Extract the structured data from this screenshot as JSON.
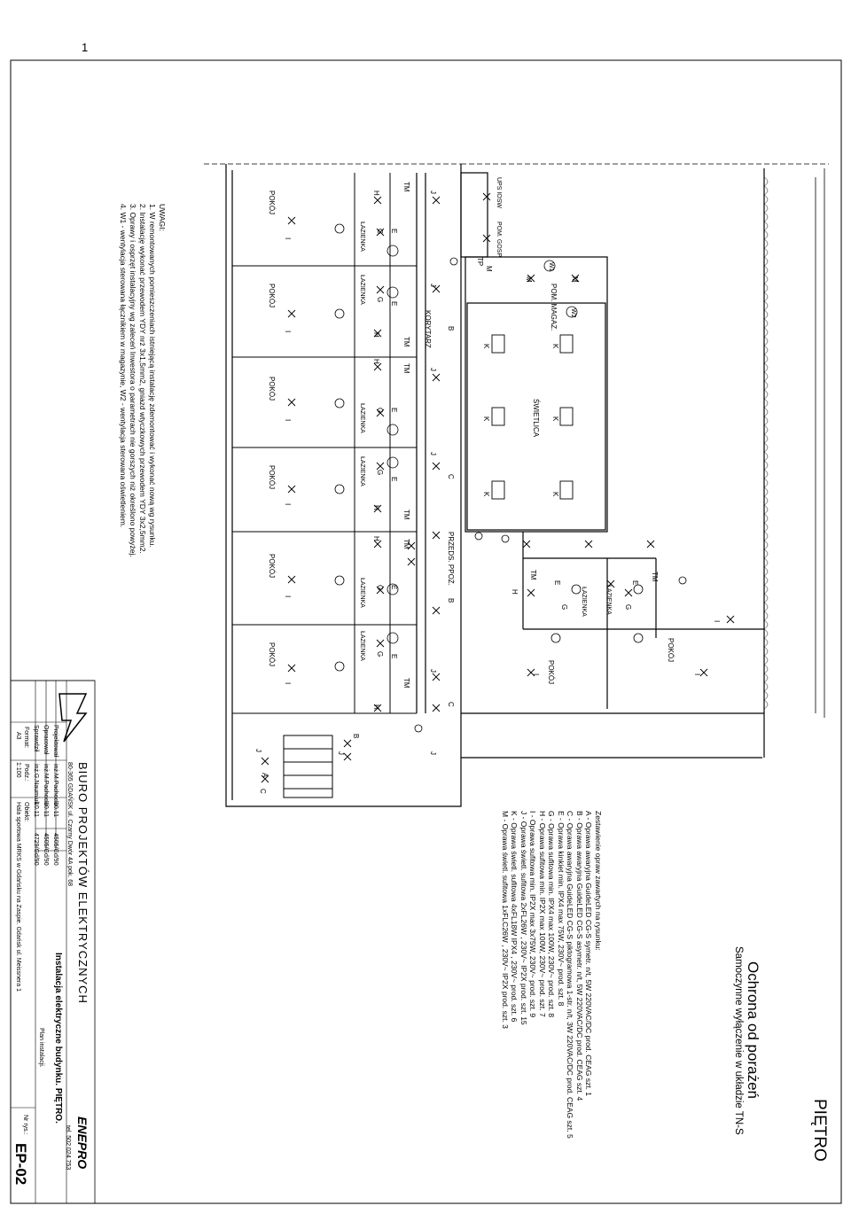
{
  "page_number": "1",
  "floor_title": "PIĘTRO",
  "protection": {
    "title": "Ochrona od porażeń",
    "subtitle": "Samoczynne wyłączenie w układzie TN-S"
  },
  "notes": {
    "header": "UWAGI:",
    "items": [
      "1. W remontowanych pomieszczeniach istniejącą instalację zdemontować i wykonać nową wg rysunku.",
      "2. Instalację wykonać przewodem YDY nrż 3x1,5mm2, gniazd wtyczkowych przewodem YDY 3x2,5mm2.",
      "3. Oprawy i osprzęt instalacyjny wg zaleceń Inwestora o parametrach nie gorszych niż określono powyżej.",
      "4. W1 - wentylacja sterowana łącznikiem w magazynie, W2 - wentylacja sterowana oświetleniem."
    ]
  },
  "legend": {
    "header": "Zestawienie opraw zawartych na rysunku:",
    "items": [
      "A - Oprawa awaryjna GuideLED CG-S symetr. n/t, 5W 220VAC/DC prod. CEAG  szt. 1",
      "B - Oprawa awaryjna GuideLED CG-S asymetr. n/t, 5W 220VAC/DC prod. CEAG  szt. 4",
      "C - Oprawa awaryjna GuideLED CG-S piktogramowa 1-str. n/t, 3W 220VAC/DC prod. CEAG  szt. 5",
      "E - Oprawa kinkiet min. IPX4 max 75W, 230V~ prod.  szt. 8",
      "G - Oprawa sufitowa min. IPX4 max 100W, 230V~ prod.  szt. 8",
      "H - Oprawa sufitowa min. IP2X max 100W, 230V~ prod.  szt. 7",
      "I - Oprawa sufitowa min. IP2X max 3x75W, 230V~ prod.  szt. 9",
      "J - Oprawa świetl. sufitowa 2xFL26W , 230V~ IP2X prod.  szt. 15",
      "K - Oprawa świetl. sufitowa 4xFL18W IPX4 , 230V~ prod.  szt. 6",
      "M - Oprawa świetl. sufitowa 1xFLC26W , 230V~ IP2X prod.  szt. 3"
    ]
  },
  "title_block": {
    "office": "BIURO PROJEKTÓW ELEKTRYCZNYCH",
    "brand": "ENEPRO",
    "address": "80-365 GDAŃSK  ul. Czarny Dwór 4A pok. 68",
    "phone": "tel. 502 024 753",
    "roles": [
      {
        "role": "Projektował",
        "name": "inż.M.Pachocki",
        "date": "10.11",
        "license": "4505/Gd/90"
      },
      {
        "role": "Opracował",
        "name": "inż.M.Pachocki",
        "date": "10.11",
        "license": "4505/Gd/90"
      },
      {
        "role": "Sprawdził",
        "name": "inż.G.Naumiuk",
        "date": "10.11",
        "license": "4729/Gd/90"
      }
    ],
    "project_title": "Instalacja elektryczne budynku. PIĘTRO.",
    "sheet_subject": "Plan instalacji.",
    "format_label": "Format:",
    "format_value": "A3",
    "scale_label": "Podz.:",
    "scale_value": "1:100",
    "object_label": "Obiekt:",
    "object_value": "Hala sportowa MRKS w Gdańsku na Zaspie.  Gdańsk ul. Meissnera 1",
    "drawing_no_label": "Nr rys.:",
    "drawing_no": "EP-02"
  },
  "rooms": {
    "pokoj": "POKÓJ",
    "lazienka": "ŁAZIENKA",
    "korytarz": "KORYTARZ",
    "swietlica": "ŚWIETLICA",
    "pom_magaz": "POM. MAGAZ.",
    "pom_gosp": "POM. GOSP.",
    "ups": "UPS IOSW",
    "przedsion": "PRZEDS. PPOŻ."
  },
  "symbols": {
    "A": "A",
    "B": "B",
    "C": "C",
    "E": "E",
    "G": "G",
    "H": "H",
    "I": "I",
    "J": "J",
    "K": "K",
    "M": "M",
    "TM": "TM",
    "TP": "TP",
    "W1": "W1",
    "W2": "W2"
  }
}
